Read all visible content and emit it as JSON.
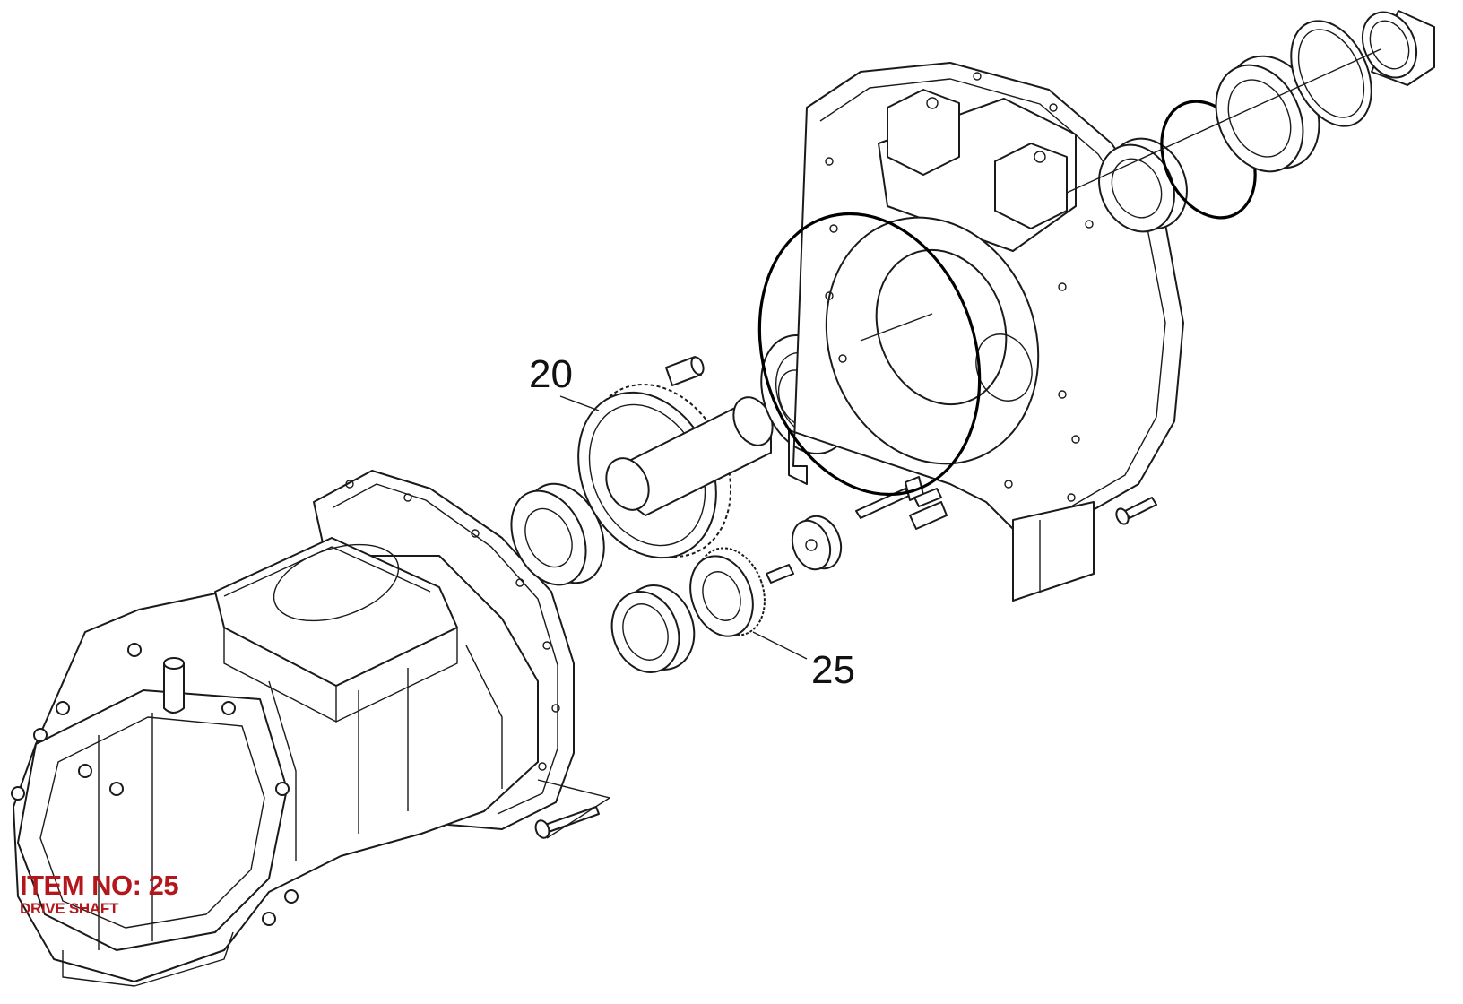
{
  "callouts": [
    {
      "number": "20"
    },
    {
      "number": "25"
    }
  ],
  "item_label": {
    "text": "ITEM NO: 25",
    "description": "DRIVE SHAFT",
    "color": "#b3171b"
  },
  "line_color": "#1a1a1a"
}
